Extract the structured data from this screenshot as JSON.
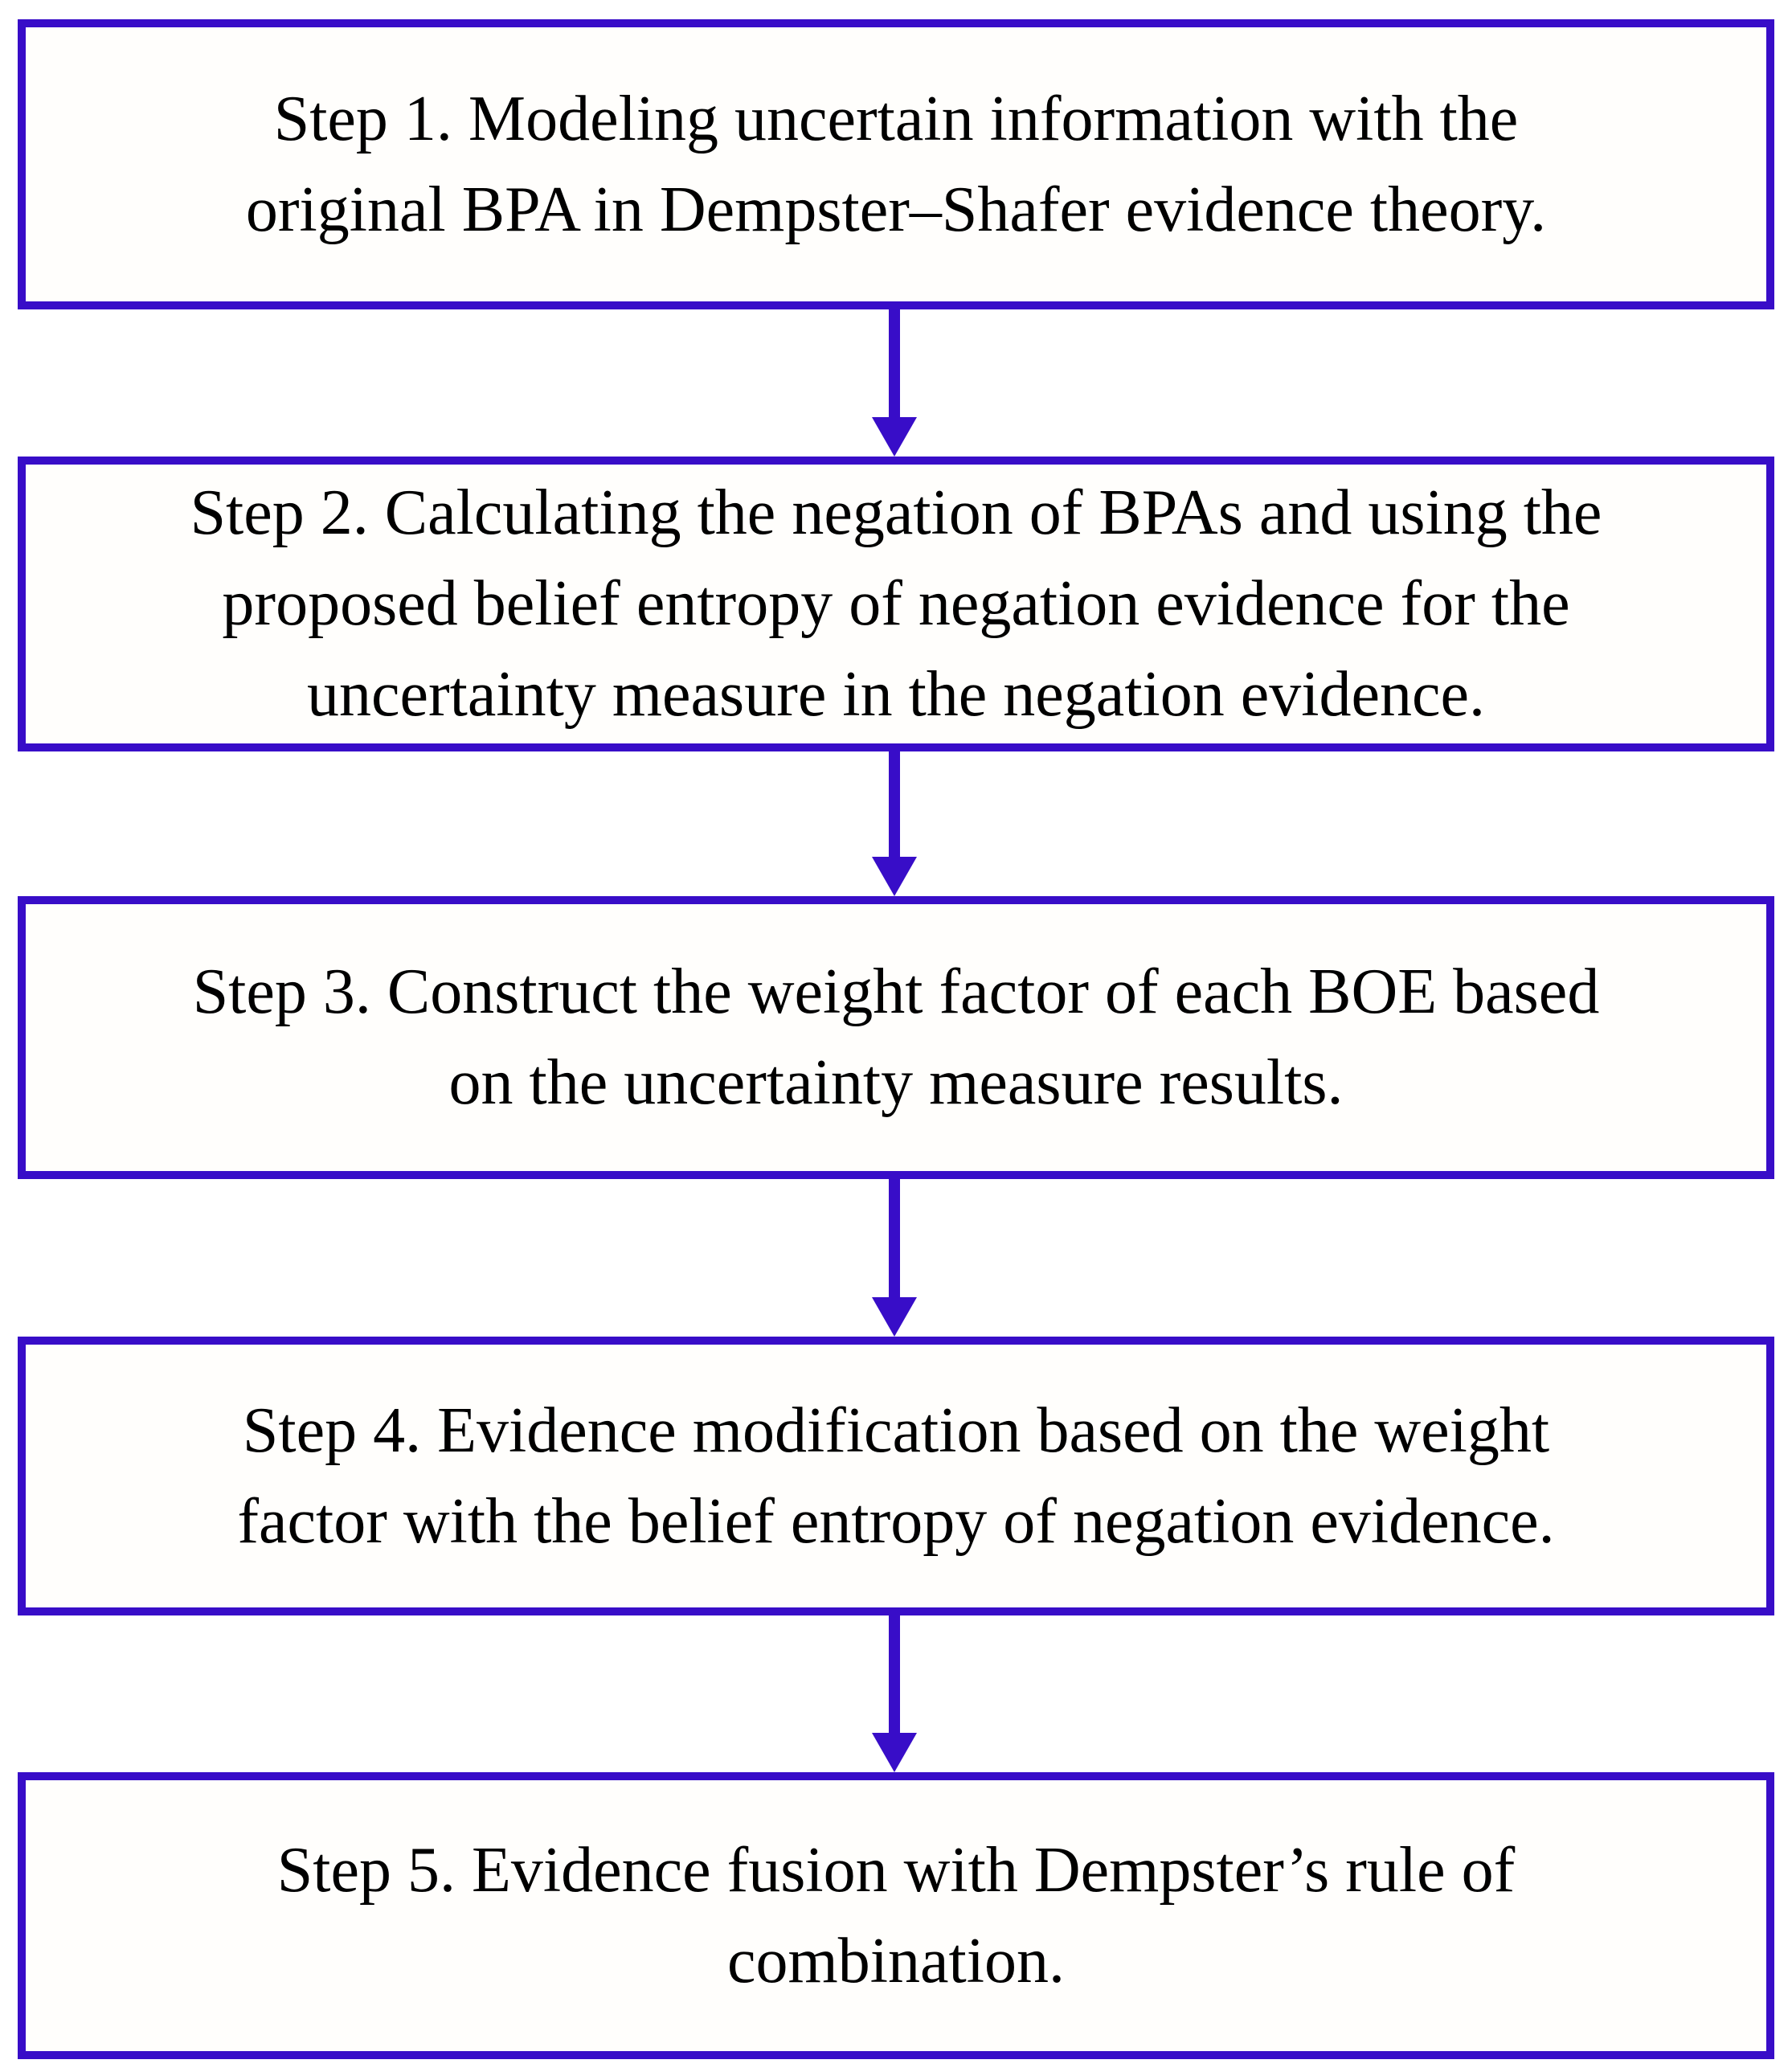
{
  "colors": {
    "accent": "#380DC8",
    "text": "#000000",
    "background": "#ffffff"
  },
  "flowchart": {
    "direction": "top-to-bottom",
    "steps": [
      {
        "id": "step-1",
        "text": "Step 1. Modeling uncertain information with the original BPA in Dempster–Shafer evidence theory.",
        "lines": [
          "Step 1. Modeling uncertain information with the",
          "original BPA in Dempster–Shafer evidence theory."
        ]
      },
      {
        "id": "step-2",
        "text": "Step 2. Calculating the negation of BPAs and using the proposed belief entropy of negation evidence for the uncertainty measure in the negation evidence.",
        "lines": [
          "Step 2. Calculating the negation of BPAs and using the",
          "proposed belief entropy of negation evidence for the",
          "uncertainty measure in the negation evidence."
        ]
      },
      {
        "id": "step-3",
        "text": "Step 3. Construct the weight factor of each BOE based on the uncertainty measure results.",
        "lines": [
          "Step 3. Construct the weight factor of each BOE based",
          "on the uncertainty measure results."
        ]
      },
      {
        "id": "step-4",
        "text": "Step 4. Evidence modification based on the weight factor with the belief entropy of negation evidence.",
        "lines": [
          "Step 4. Evidence modification based on the weight",
          "factor with the belief entropy of negation evidence."
        ]
      },
      {
        "id": "step-5",
        "text": "Step 5. Evidence fusion with Dempster’s rule of combination.",
        "lines": [
          "Step 5. Evidence fusion with Dempster’s rule of",
          "combination."
        ]
      }
    ],
    "connectors": [
      {
        "from": "step-1",
        "to": "step-2",
        "direction": "down"
      },
      {
        "from": "step-2",
        "to": "step-3",
        "direction": "down"
      },
      {
        "from": "step-3",
        "to": "step-4",
        "direction": "down"
      },
      {
        "from": "step-4",
        "to": "step-5",
        "direction": "down"
      }
    ]
  }
}
